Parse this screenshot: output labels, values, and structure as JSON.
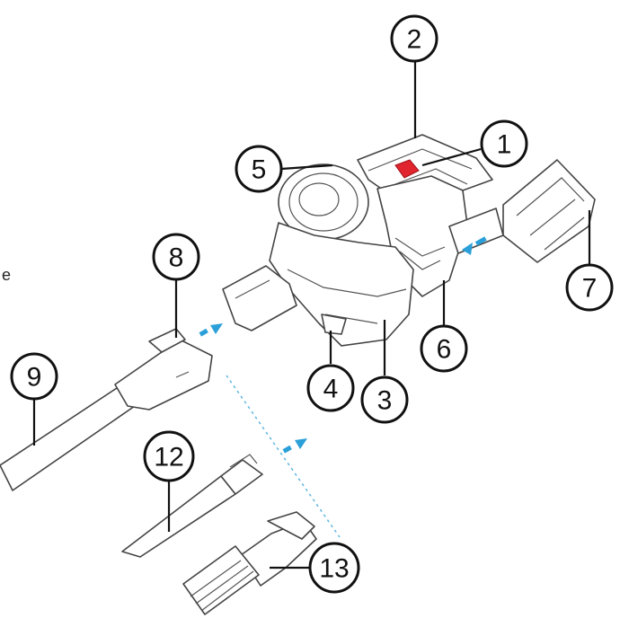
{
  "callouts": {
    "c1": "1",
    "c2": "2",
    "c3": "3",
    "c4": "4",
    "c5": "5",
    "c6": "6",
    "c7": "7",
    "c8": "8",
    "c9": "9",
    "c12": "12",
    "c13": "13"
  },
  "stray_text": "e",
  "colors": {
    "arrow": "#2a9fd8",
    "release_button": "#e0252f",
    "outline": "#444444",
    "callout": "#111111"
  }
}
